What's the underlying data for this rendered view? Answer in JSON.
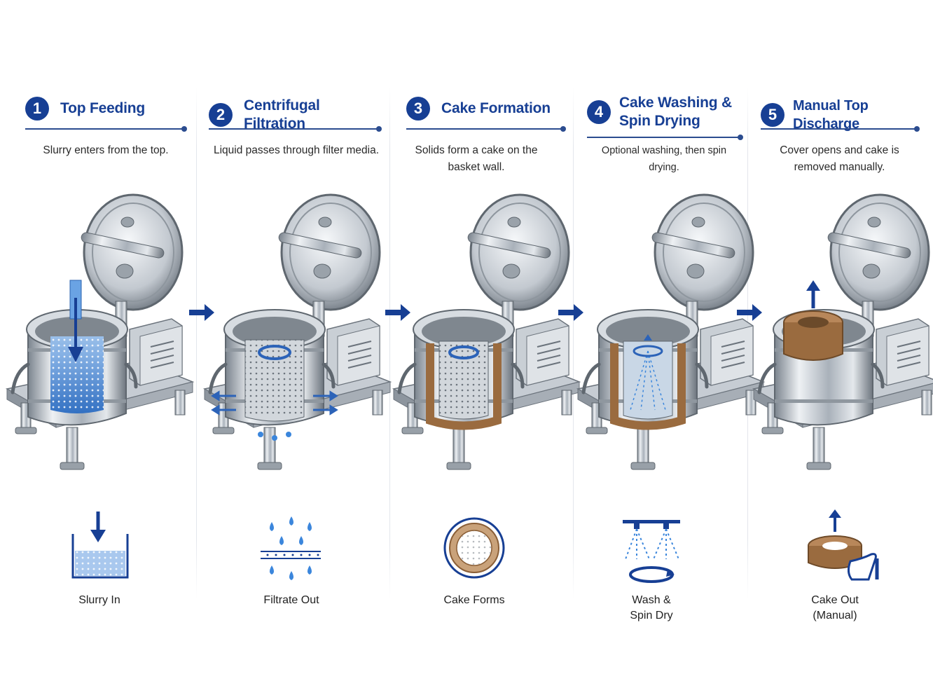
{
  "colors": {
    "brand": "#173f94",
    "water": "#3b7fd0",
    "cake": "#9a6b3f",
    "steel": "#b9c0c8"
  },
  "steps": [
    {
      "number": "1",
      "title": "Top Feeding",
      "title_line2": "",
      "description": "Slurry enters from the top.",
      "caption": "Slurry In",
      "caption_line2": "",
      "icon": "slurry-beaker-icon"
    },
    {
      "number": "2",
      "title": "Centrifugal Filtration",
      "title_line2": "",
      "description": "Liquid passes through filter media.",
      "caption": "Filtrate Out",
      "caption_line2": "",
      "icon": "filtrate-drops-icon"
    },
    {
      "number": "3",
      "title": "Cake Formation",
      "title_line2": "",
      "description": "Solids form a cake on the basket wall.",
      "caption": "Cake Forms",
      "caption_line2": "",
      "icon": "cake-ring-icon"
    },
    {
      "number": "4",
      "title": "Cake Washing &",
      "title_line2": "Spin Drying",
      "description": "Optional washing, then spin drying.",
      "caption": "Wash &",
      "caption_line2": "Spin Dry",
      "icon": "spray-spin-icon"
    },
    {
      "number": "5",
      "title": "Manual Top Discharge",
      "title_line2": "",
      "description": "Cover opens and cake is removed manually.",
      "caption": "Cake Out",
      "caption_line2": "(Manual)",
      "icon": "hand-lift-cake-icon"
    }
  ]
}
